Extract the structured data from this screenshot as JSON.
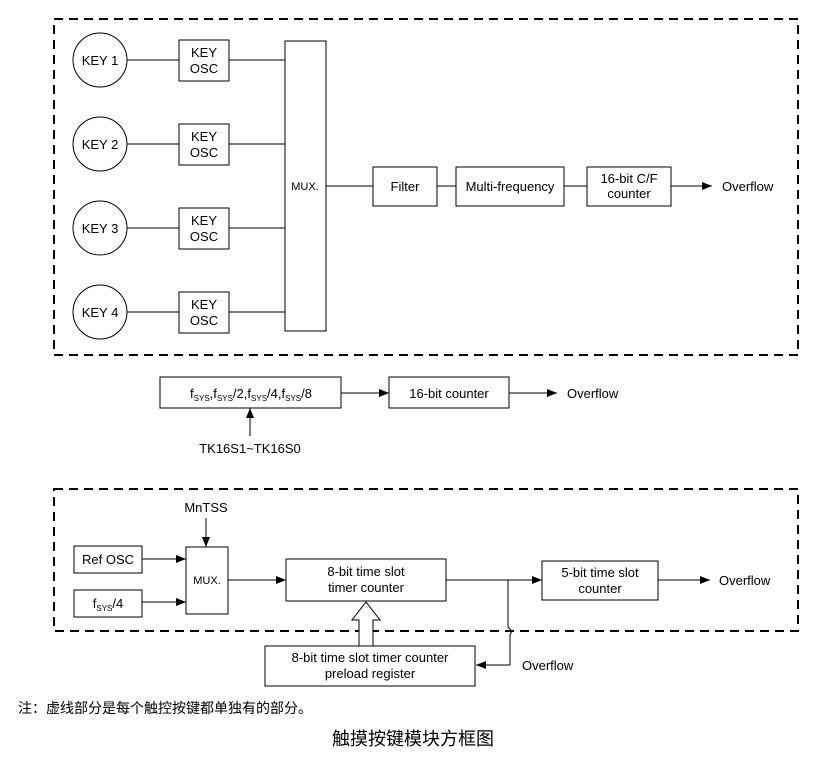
{
  "keys": [
    {
      "key": "KEY 1",
      "osc": [
        "KEY",
        "OSC"
      ]
    },
    {
      "key": "KEY 2",
      "osc": [
        "KEY",
        "OSC"
      ]
    },
    {
      "key": "KEY 3",
      "osc": [
        "KEY",
        "OSC"
      ]
    },
    {
      "key": "KEY 4",
      "osc": [
        "KEY",
        "OSC"
      ]
    }
  ],
  "top": {
    "mux": "MUX.",
    "filter": "Filter",
    "multi_frequency": "Multi-frequency",
    "counter_line1": "16-bit C/F",
    "counter_line2": "counter",
    "overflow": "Overflow"
  },
  "middle": {
    "f": "f",
    "sys": "SYS",
    "div2": "/2,",
    "div4": "/4,",
    "div8": "/8",
    "comma": ",",
    "counter": "16-bit counter",
    "overflow": "Overflow",
    "select": "TK16S1~TK16S0"
  },
  "bottom": {
    "mntss": "MnTSS",
    "ref_osc": "Ref OSC",
    "f": "f",
    "sys": "SYS",
    "div4": "/4",
    "mux": "MUX.",
    "timer_line1": "8-bit time slot",
    "timer_line2": "timer counter",
    "slot_line1": "5-bit time slot",
    "slot_line2": "counter",
    "overflow": "Overflow",
    "preload_line1": "8-bit time slot timer counter",
    "preload_line2": "preload register",
    "overflow2": "Overflow"
  },
  "note": "注：虚线部分是每个触控按键都单独有的部分。",
  "caption": "触摸按键模块方框图"
}
